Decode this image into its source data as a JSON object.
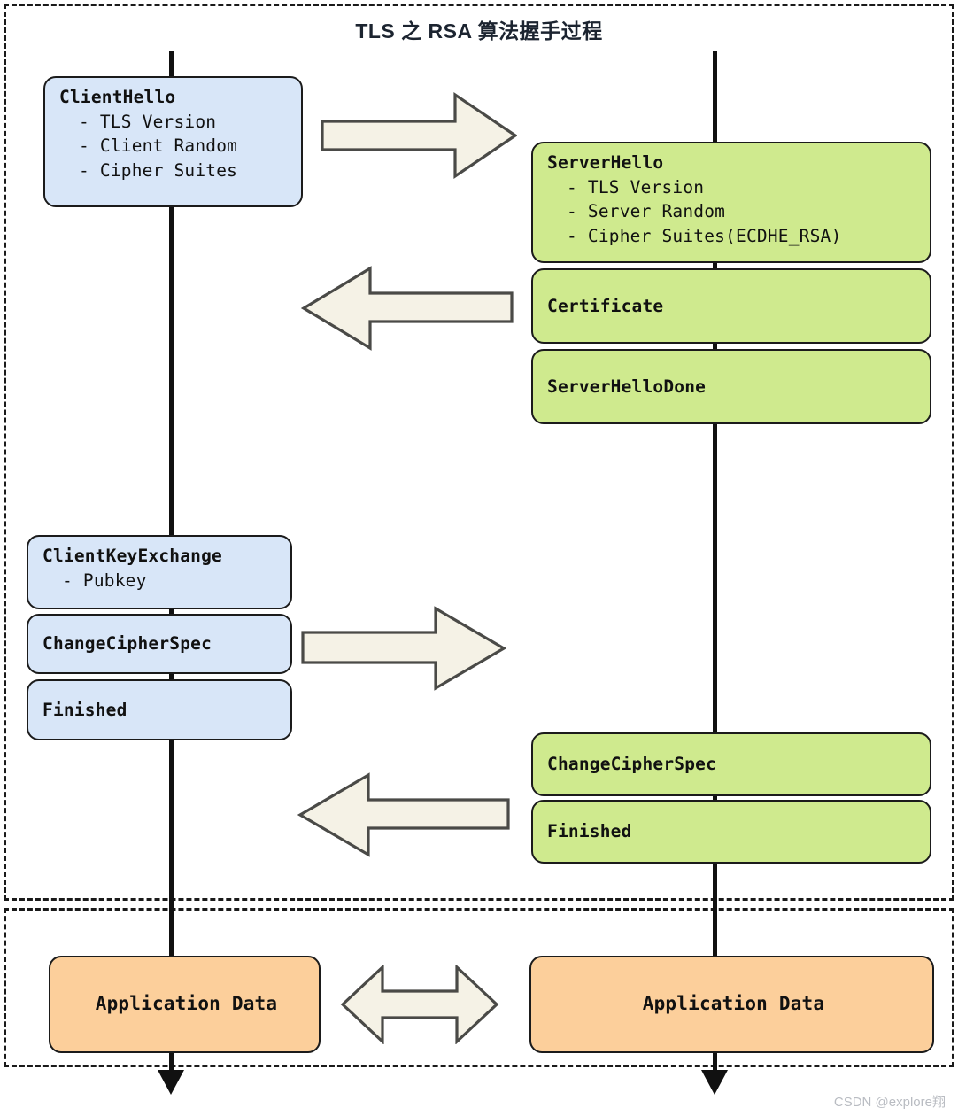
{
  "title": "TLS 之 RSA 算法握手过程",
  "watermark": "CSDN @explore翔",
  "colors": {
    "client_fill": "#d8e6f8",
    "server_fill": "#cfea8e",
    "appdata_fill": "#fccf9b",
    "arrow_fill": "#f5f2e6",
    "arrow_stroke": "#4a4a47",
    "line": "#111111",
    "title_text": "#1c2430",
    "watermark_text": "#b9bcc2"
  },
  "lifelines": {
    "client_label": "client-lifeline",
    "server_label": "server-lifeline"
  },
  "regions": {
    "handshake_label": "handshake-region",
    "appdata_label": "application-data-region"
  },
  "client": {
    "client_hello": {
      "header": "ClientHello",
      "items": [
        "- TLS Version",
        "- Client Random",
        "- Cipher Suites"
      ]
    },
    "client_key_exchange": {
      "header": "ClientKeyExchange",
      "items": [
        "- Pubkey"
      ]
    },
    "change_cipher_spec": {
      "header": "ChangeCipherSpec"
    },
    "finished": {
      "header": "Finished"
    },
    "application_data": {
      "header": "Application Data"
    }
  },
  "server": {
    "server_hello": {
      "header": "ServerHello",
      "items": [
        "- TLS Version",
        "- Server Random",
        "- Cipher Suites(ECDHE_RSA)"
      ]
    },
    "certificate": {
      "header": "Certificate"
    },
    "server_hello_done": {
      "header": "ServerHelloDone"
    },
    "change_cipher_spec": {
      "header": "ChangeCipherSpec"
    },
    "finished": {
      "header": "Finished"
    },
    "application_data": {
      "header": "Application Data"
    }
  },
  "arrows": [
    {
      "name": "arrow-client-to-server-hello",
      "direction": "right"
    },
    {
      "name": "arrow-server-to-client-hello",
      "direction": "left"
    },
    {
      "name": "arrow-client-key-exchange",
      "direction": "right"
    },
    {
      "name": "arrow-server-finished",
      "direction": "left"
    },
    {
      "name": "arrow-application-data",
      "direction": "both"
    }
  ]
}
